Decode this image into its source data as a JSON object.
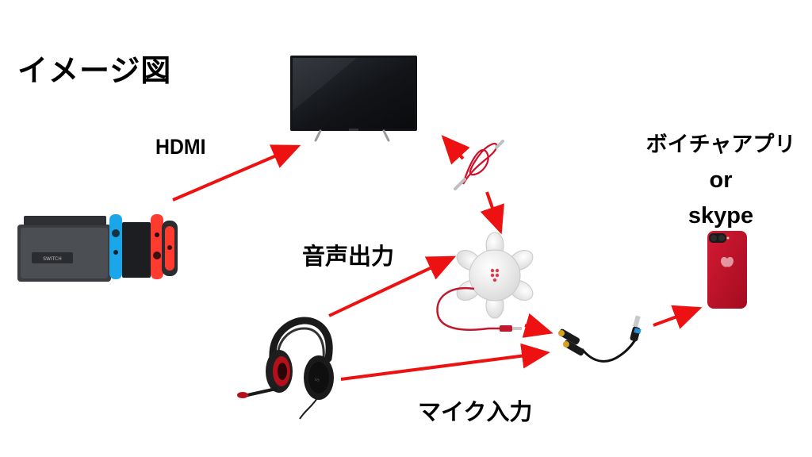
{
  "title": "イメージ図",
  "labels": {
    "hdmi": "HDMI",
    "audio_out": "音声出力",
    "mic_in": "マイク入力",
    "app_line1": "ボイチャアプリ",
    "app_line2": "or",
    "app_line3": "skype"
  },
  "colors": {
    "arrow": "#ee1111",
    "tv_body": "#1b1d22",
    "phone_red": "#c8102e",
    "switch_blue": "#1aa6e8",
    "switch_red": "#ff3b30"
  },
  "devices": {
    "tv": "tv-icon",
    "switch": "nintendo-switch-icon",
    "headset": "headset-icon",
    "splitter": "headphone-splitter-icon",
    "y_adapter": "y-splitter-cable-icon",
    "cable": "audio-cable-icon",
    "phone": "smartphone-icon"
  }
}
